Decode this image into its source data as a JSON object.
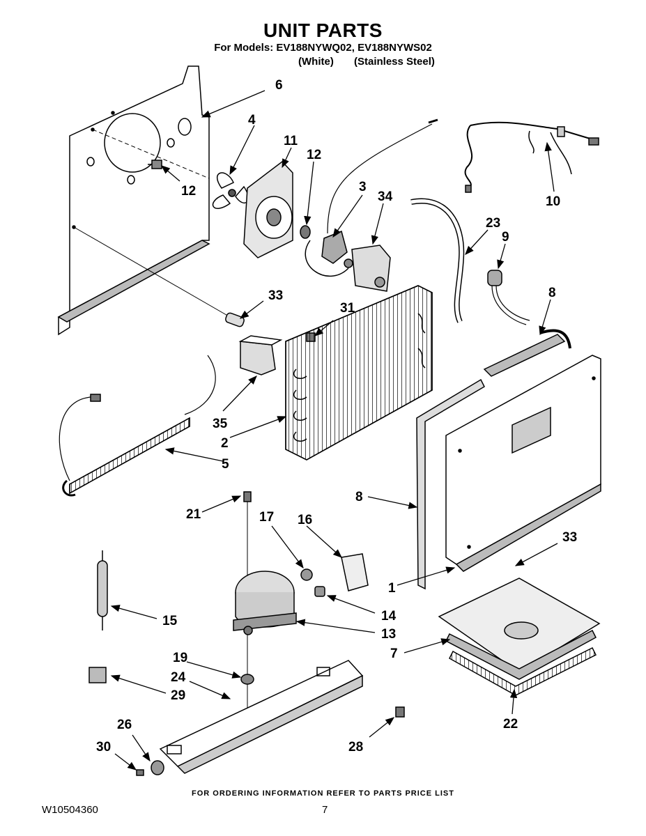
{
  "header": {
    "title": "UNIT PARTS",
    "models_line": "For Models: EV188NYWQ02, EV188NYWS02",
    "variant_white": "(White)",
    "variant_stainless": "(Stainless Steel)"
  },
  "callouts": {
    "c6": "6",
    "c4": "4",
    "c11": "11",
    "c12a": "12",
    "c12b": "12",
    "c3": "3",
    "c34": "34",
    "c10": "10",
    "c23": "23",
    "c9": "9",
    "c8a": "8",
    "c33a": "33",
    "c31": "31",
    "c35": "35",
    "c2": "2",
    "c5": "5",
    "c8b": "8",
    "c21": "21",
    "c17": "17",
    "c16": "16",
    "c33b": "33",
    "c1": "1",
    "c15": "15",
    "c14": "14",
    "c13": "13",
    "c7": "7",
    "c19": "19",
    "c24": "24",
    "c29": "29",
    "c22": "22",
    "c26": "26",
    "c30": "30",
    "c28": "28"
  },
  "footer": {
    "ordering_note": "FOR ORDERING INFORMATION REFER TO PARTS PRICE LIST",
    "doc_number": "W10504360",
    "page_number": "7"
  }
}
